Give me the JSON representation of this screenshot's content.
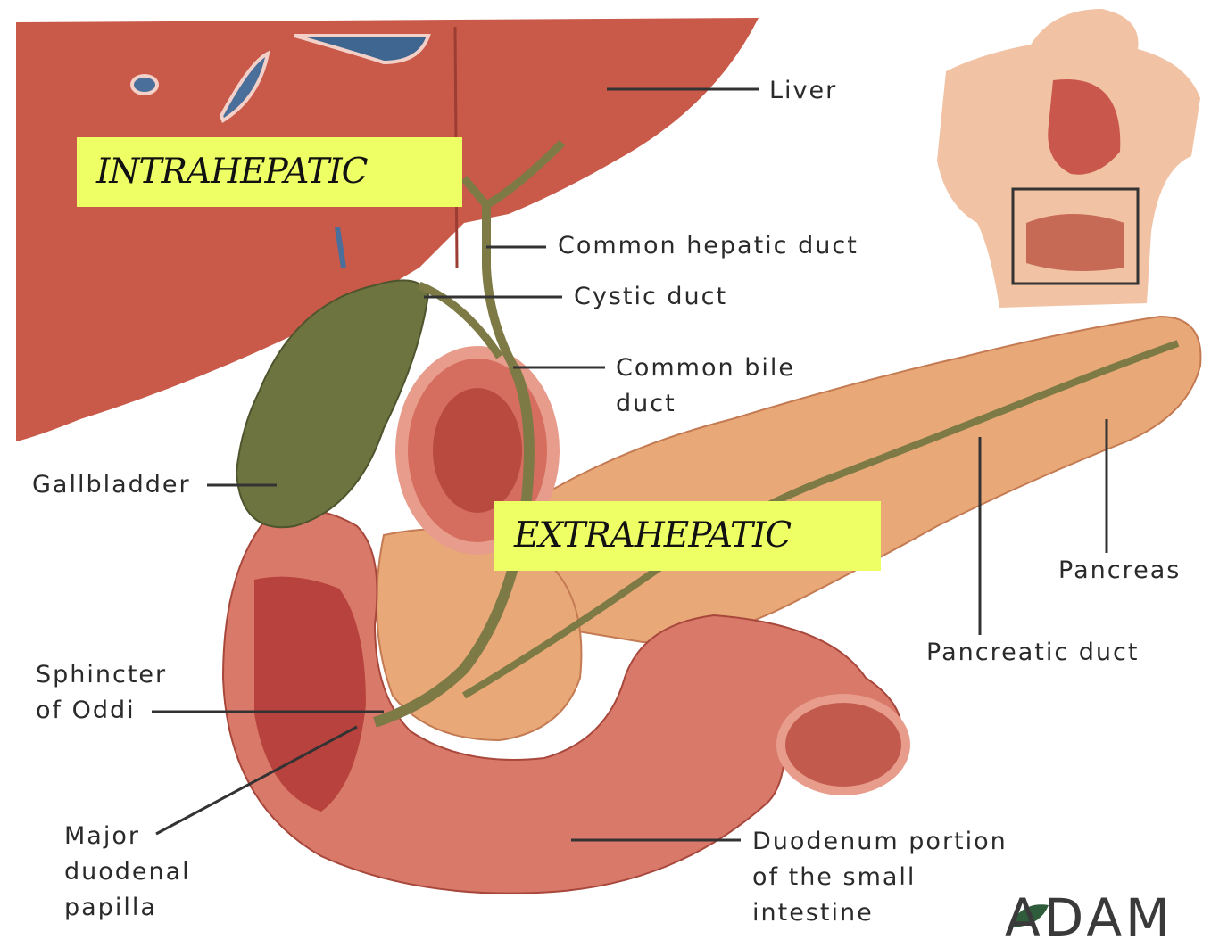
{
  "labels": {
    "liver": "Liver",
    "common_hepatic_duct": "Common hepatic duct",
    "cystic_duct": "Cystic duct",
    "common_bile_duct": "Common bile\nduct",
    "gallbladder": "Gallbladder",
    "pancreas": "Pancreas",
    "pancreatic_duct": "Pancreatic duct",
    "sphincter_of_oddi": "Sphincter\nof Oddi",
    "major_duodenal_papilla": "Major\nduodenal\npapilla",
    "duodenum": "Duodenum portion\nof the small\nintestine"
  },
  "highlights": {
    "intrahepatic": "INTRAHEPATIC",
    "extrahepatic": "EXTRAHEPATIC"
  },
  "logo": "ADAM",
  "colors": {
    "liver": "#c95a4a",
    "gallbladder": "#6d7440",
    "duodenum": "#d9796a",
    "pancreas": "#e8a878",
    "highlight": "#eeff66"
  }
}
